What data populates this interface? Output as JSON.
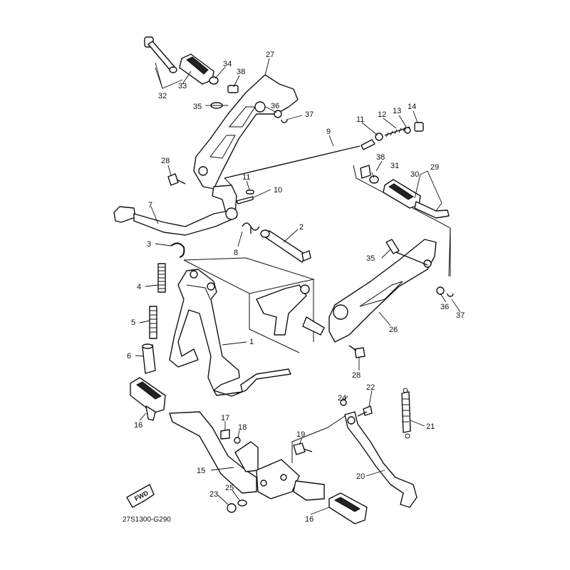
{
  "diagram": {
    "drawing_code": "27S1300-G290",
    "fwd_label": "FWD",
    "callouts": [
      "1",
      "2",
      "3",
      "4",
      "5",
      "6",
      "7",
      "8",
      "9",
      "10",
      "11",
      "11",
      "12",
      "13",
      "14",
      "15",
      "16",
      "16",
      "17",
      "18",
      "19",
      "20",
      "21",
      "22",
      "23",
      "24",
      "25",
      "26",
      "27",
      "28",
      "28",
      "29",
      "30",
      "31",
      "32",
      "33",
      "34",
      "35",
      "35",
      "36",
      "36",
      "37",
      "37",
      "38",
      "38"
    ]
  }
}
